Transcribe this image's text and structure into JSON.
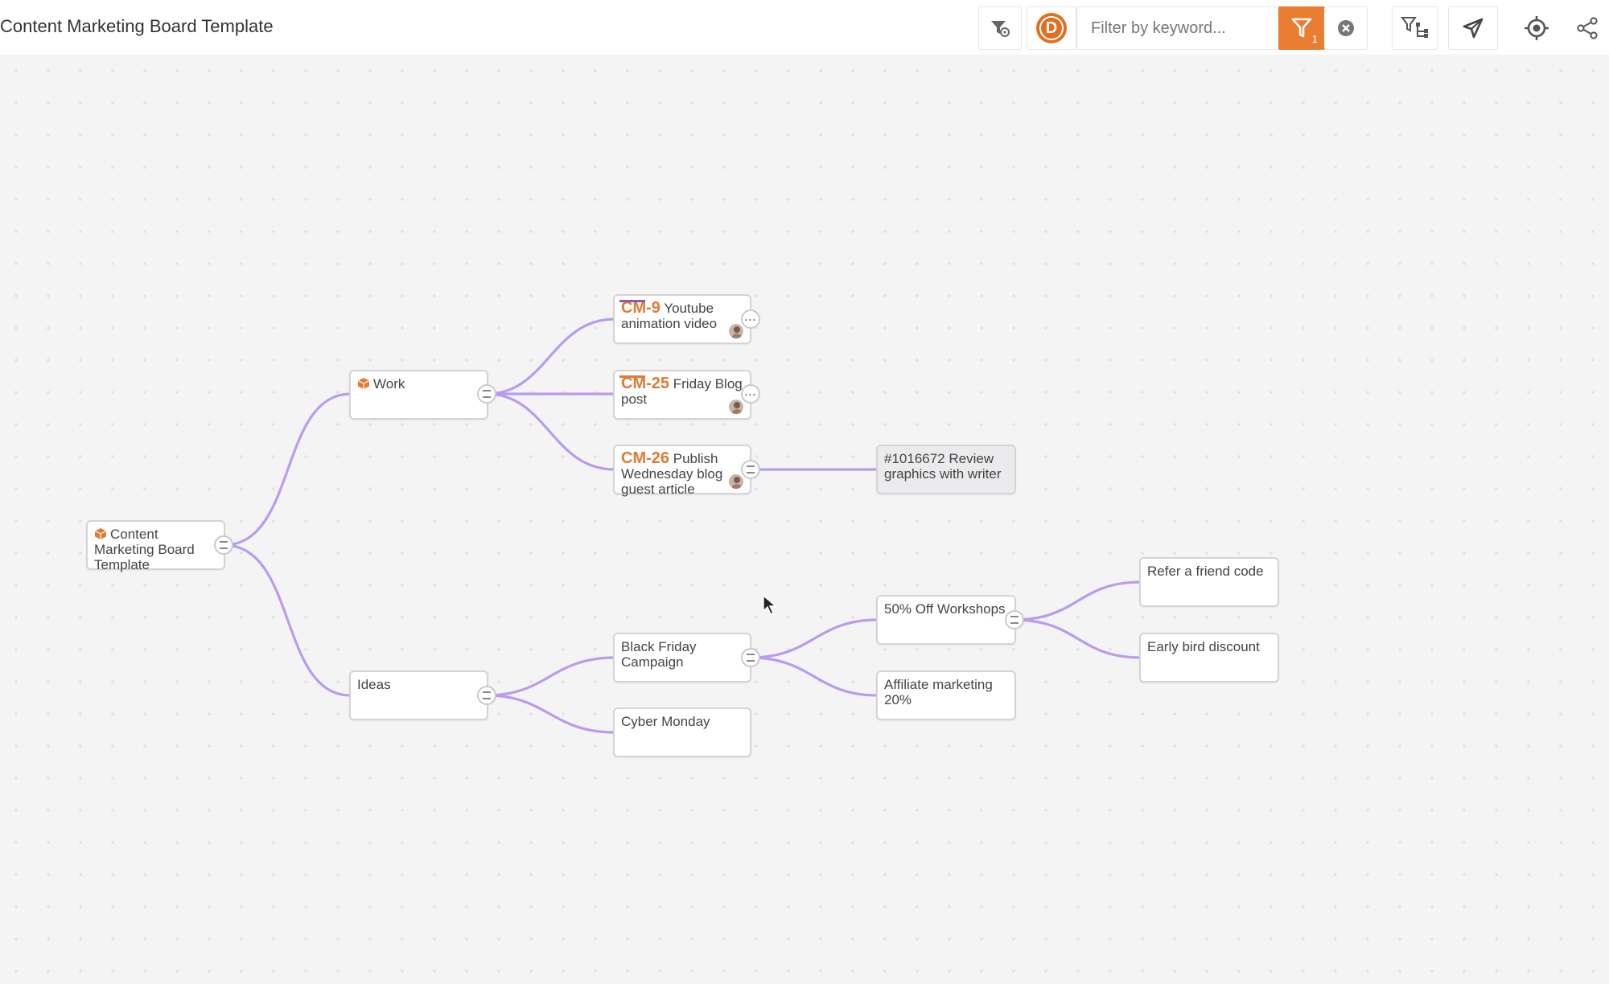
{
  "header": {
    "board_title": "Content Marketing Board Template",
    "avatar_initial": "D",
    "search_placeholder": "Filter by keyword...",
    "active_filter_count": "1"
  },
  "colors": {
    "accent": "#e97d31",
    "edge": "#b99bf0",
    "key": "#e27a34"
  },
  "nodes": {
    "root": {
      "label": "Content Marketing Board Template"
    },
    "work": {
      "label": "Work"
    },
    "ideas": {
      "label": "Ideas"
    },
    "cm9": {
      "key": "CM-9",
      "label": "Youtube animation video"
    },
    "cm25": {
      "key": "CM-25",
      "label": "Friday Blog post"
    },
    "cm26": {
      "key": "CM-26",
      "label": "Publish Wednesday blog guest article"
    },
    "review": {
      "label": "#1016672 Review graphics with writer"
    },
    "black_friday": {
      "label": "Black Friday Campaign"
    },
    "cyber_monday": {
      "label": "Cyber Monday"
    },
    "workshops": {
      "label": "50% Off Workshops"
    },
    "affiliate": {
      "label": "Affiliate marketing 20%"
    },
    "refer": {
      "label": "Refer a friend code"
    },
    "early_bird": {
      "label": "Early bird discount"
    }
  }
}
